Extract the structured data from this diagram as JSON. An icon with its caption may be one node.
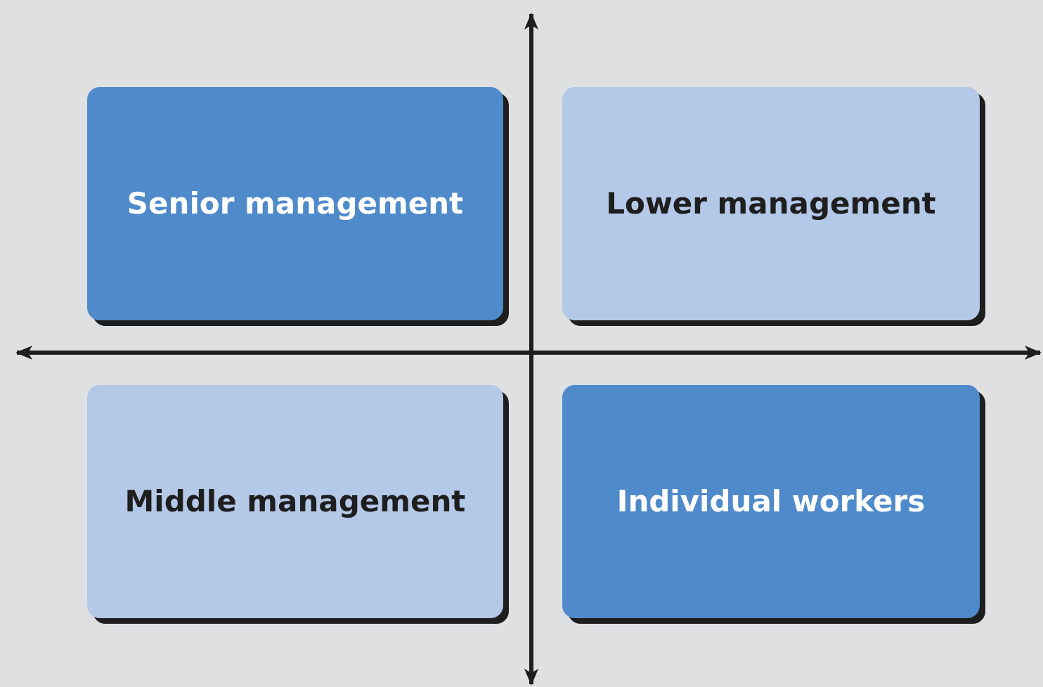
{
  "diagram": {
    "nodes": [
      {
        "text": [
          "Senior management"
        ]
      },
      {
        "text": [
          "Lower management"
        ]
      },
      {
        "text": [
          "Middle management"
        ]
      },
      {
        "text": [
          "Individual workers"
        ]
      }
    ]
  }
}
